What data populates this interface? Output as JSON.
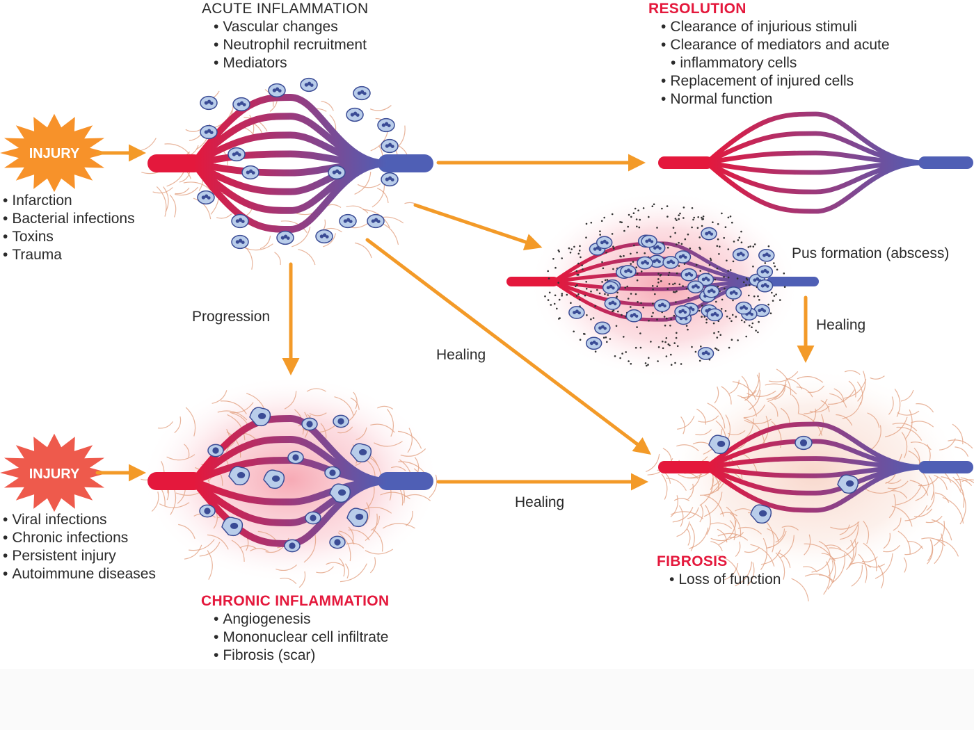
{
  "acute": {
    "title": "ACUTE INFLAMMATION",
    "items": [
      "Vascular changes",
      "Neutrophil recruitment",
      "Mediators"
    ]
  },
  "resolution": {
    "title": "RESOLUTION",
    "items": [
      "Clearance of injurious stimuli",
      "Clearance of mediators and acute",
      "inflammatory cells",
      "Replacement of injured cells",
      "Normal function"
    ]
  },
  "injury_acute": {
    "label": "INJURY",
    "causes": [
      "Infarction",
      "Bacterial infections",
      "Toxins",
      "Trauma"
    ]
  },
  "injury_chronic": {
    "label": "INJURY",
    "causes": [
      "Viral infections",
      "Chronic infections",
      "Persistent injury",
      "Autoimmune diseases"
    ]
  },
  "abscess": {
    "label": "Pus formation (abscess)"
  },
  "chronic": {
    "title": "CHRONIC INFLAMMATION",
    "items": [
      "Angiogenesis",
      "Mononuclear cell infiltrate",
      "Fibrosis (scar)"
    ]
  },
  "fibrosis": {
    "title": "FIBROSIS",
    "items": [
      "Loss of function"
    ]
  },
  "arrows": {
    "progression": "Progression",
    "healing_acute_fibrosis": "Healing",
    "healing_abscess_fibrosis": "Healing",
    "healing_chronic_fibrosis": "Healing"
  },
  "colors": {
    "arrow": "#f39a28",
    "heading_red": "#e4183c",
    "artery": "#e4183c",
    "vein": "#4f5fb5",
    "injury_acute_burst": "#f7922a",
    "injury_chronic_burst": "#ee5a4c",
    "cell_fill": "#b9cdea",
    "cell_nucleus": "#3a4b95",
    "fibre": "#e2a182"
  }
}
